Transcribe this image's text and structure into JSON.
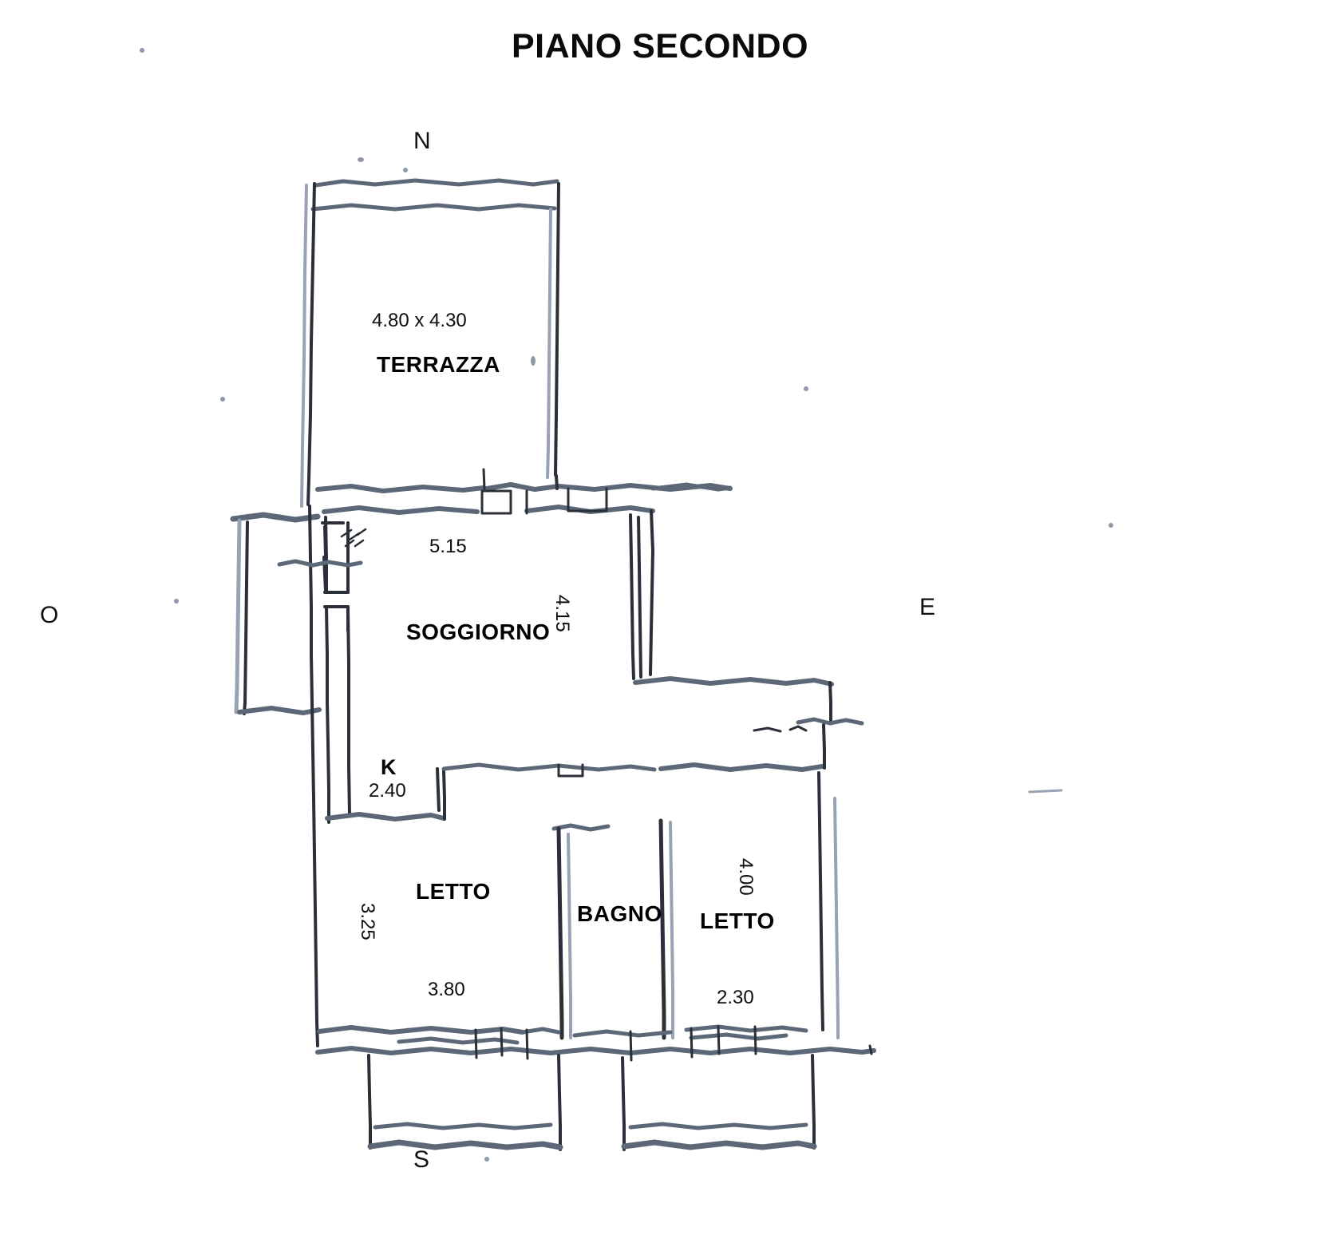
{
  "title": "PIANO SECONDO",
  "compass": {
    "north": "N",
    "east": "E",
    "south": "S",
    "west": "O"
  },
  "rooms": [
    {
      "key": "terrazza",
      "label": "TERRAZZA",
      "dimension": "4.80 x 4.30"
    },
    {
      "key": "soggiorno",
      "label": "SOGGIORNO",
      "width": "5.15",
      "depth": "4.15"
    },
    {
      "key": "kitchen",
      "label": "K",
      "width": "2.40"
    },
    {
      "key": "letto_1",
      "label": "LETTO",
      "width": "3.80",
      "depth": "3.25"
    },
    {
      "key": "bagno",
      "label": "BAGNO"
    },
    {
      "key": "letto_2",
      "label": "LETTO",
      "width": "2.30",
      "depth": "4.00"
    }
  ],
  "dimensions": {
    "terrazza": "4.80 x 4.30",
    "soggiorno_w": "5.15",
    "soggiorno_d": "4.15",
    "kitchen_w": "2.40",
    "letto1_w": "3.80",
    "letto1_d": "3.25",
    "letto2_w": "2.30",
    "letto2_d": "4.00"
  },
  "colors": {
    "wall": "#5c6878",
    "wall_dark": "#2b2f38",
    "wall_light": "#97a3b4",
    "text": "#0d0d0d",
    "background": "#ffffff"
  }
}
